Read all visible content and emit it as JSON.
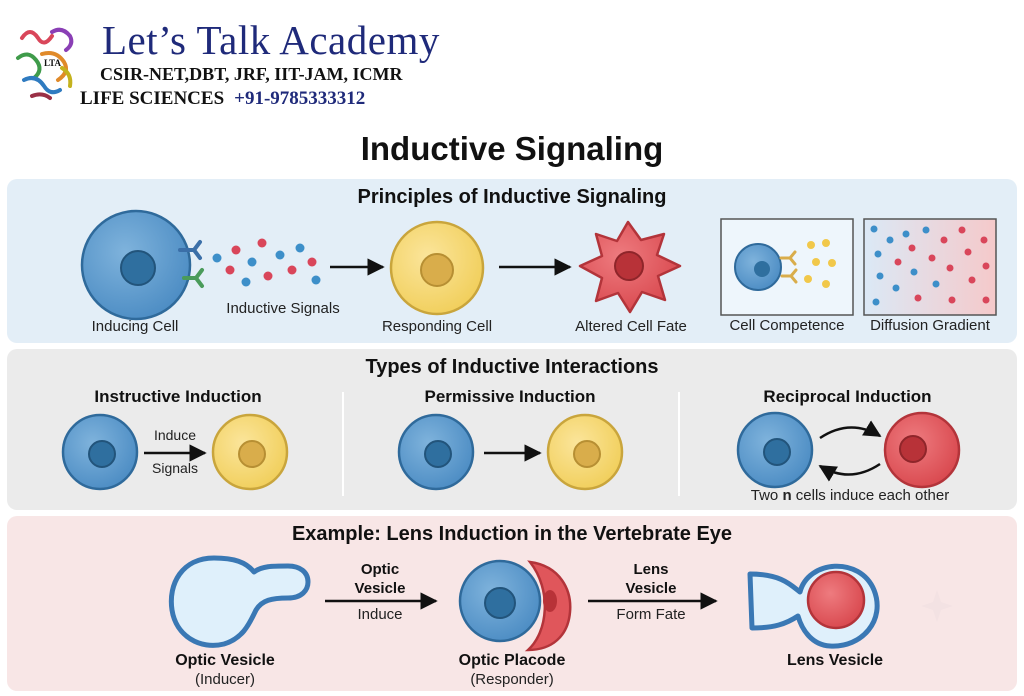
{
  "logo": {
    "title": "Let’s Talk Academy",
    "subtitle": "CSIR-NET,DBT, JRF, IIT-JAM, ICMR",
    "life": "LIFE SCIENCES",
    "phone": "+91-9785333312",
    "emblem_text": "LTA"
  },
  "title": "Inductive Signaling",
  "principles": {
    "heading": "Principles of Inductive Signaling",
    "inducing_cell": "Inducing Cell",
    "inductive_signals": "Inductive Signals",
    "responding_cell": "Responding Cell",
    "altered_fate": "Altered Cell Fate",
    "cell_competence": "Cell Competence",
    "diffusion_gradient": "Diffusion Gradient"
  },
  "types": {
    "heading": "Types of Inductive Interactions",
    "instructive": {
      "title": "Instructive Induction",
      "top": "Induce",
      "bottom": "Signals"
    },
    "permissive": {
      "title": "Permissive Induction"
    },
    "reciprocal": {
      "title": "Reciprocal Induction",
      "caption_a": "Two ",
      "caption_b": "n",
      "caption_c": " cells induce each other"
    }
  },
  "example": {
    "heading": "Example: Lens Induction in the Vertebrate Eye",
    "arrow1_top": "Optic\nVesicle",
    "arrow1_bottom": "Induce",
    "arrow2_top": "Lens\nVesicle",
    "arrow2_bottom": "Form Fate",
    "optic_vesicle": "Optic Vesicle",
    "optic_vesicle_role": "(Inducer)",
    "optic_placode": "Optic Placode",
    "optic_placode_role": "(Responder)",
    "lens_vesicle": "Lens Vesicle"
  },
  "colors": {
    "blue_cell": "#5b9bd0",
    "blue_nucleus": "#2f6f9f",
    "yellow_cell": "#f5d66b",
    "yellow_nucleus": "#d9ad4b",
    "red_cell": "#e0565b",
    "red_nucleus": "#b83238"
  }
}
